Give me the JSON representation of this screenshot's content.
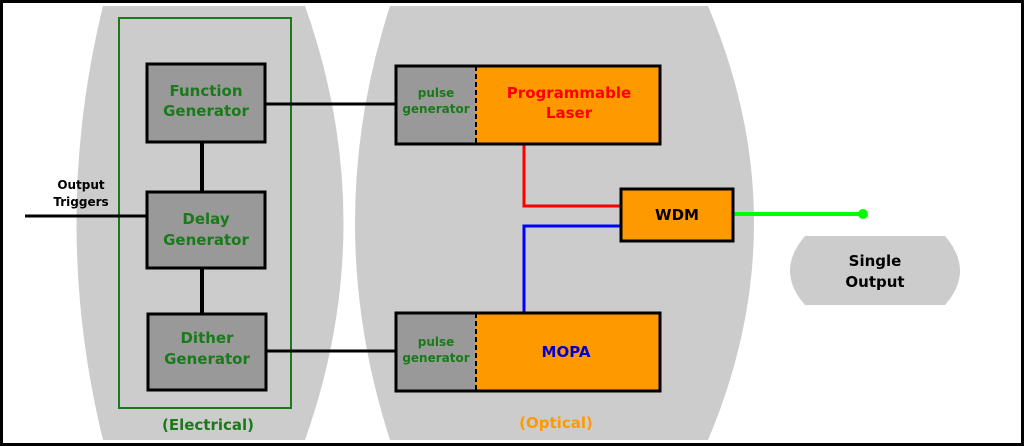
{
  "colors": {
    "region_fill": "#cccccc",
    "electrical_border": "#1a7a1a",
    "electrical_text": "#1a7a1a",
    "optical_text": "#ff9900",
    "block_gray": "#999999",
    "block_orange": "#ff9900",
    "laser_text": "#ff0000",
    "mopa_text": "#0000cc",
    "red_wire": "#ff0000",
    "blue_wire": "#0000ff",
    "green_wire": "#00ff00",
    "wire": "#000000"
  },
  "electrical": {
    "label": "(Electrical)",
    "function_generator": [
      "Function",
      "Generator"
    ],
    "delay_generator": [
      "Delay",
      "Generator"
    ],
    "dither_generator": [
      "Dither",
      "Generator"
    ]
  },
  "optical": {
    "label": "(Optical)",
    "pulse_generator_top": [
      "pulse",
      "generator"
    ],
    "pulse_generator_bottom": [
      "pulse",
      "generator"
    ],
    "programmable_laser": [
      "Programmable",
      "Laser"
    ],
    "mopa": "MOPA",
    "wdm": "WDM"
  },
  "output_triggers": [
    "Output",
    "Triggers"
  ],
  "single_output": [
    "Single",
    "Output"
  ]
}
